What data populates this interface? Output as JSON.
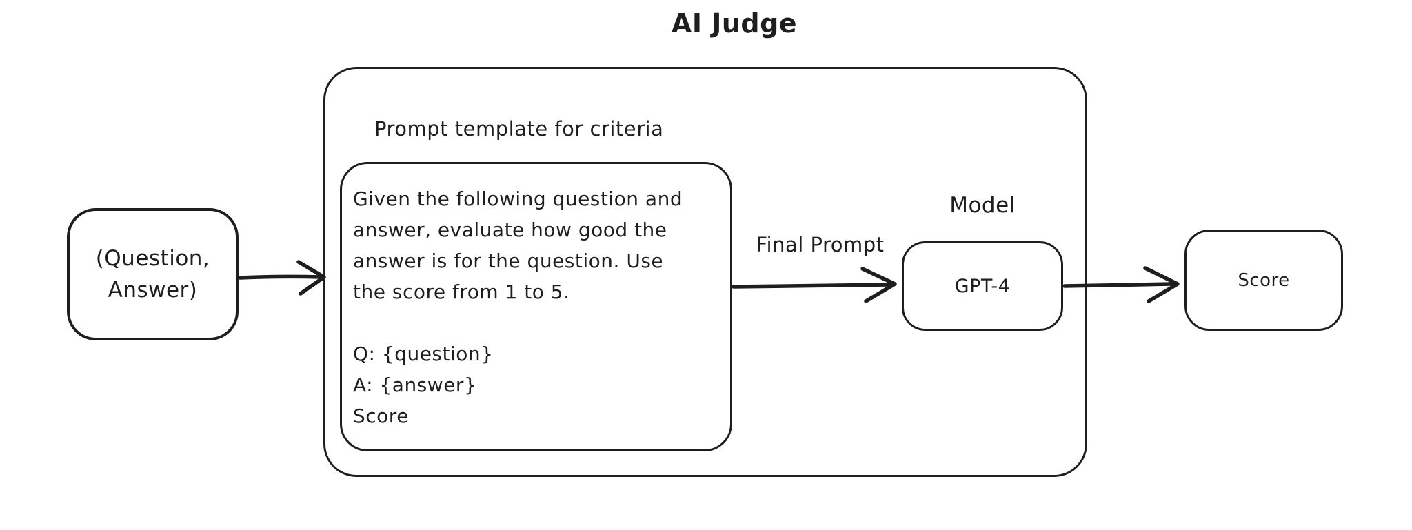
{
  "title": "AI Judge",
  "input_box": {
    "line1": "(Question,",
    "line2": "Answer)"
  },
  "judge": {
    "template_label": "Prompt template for criteria",
    "prompt_lines": [
      "Given the following question and",
      "answer, evaluate how good the",
      "answer is for the question. Use",
      "the score from 1 to 5.",
      "",
      "Q: {question}",
      "A: {answer}",
      "Score"
    ]
  },
  "final_prompt_label": "Final Prompt",
  "model": {
    "label": "Model",
    "name": "GPT-4"
  },
  "score_box": {
    "label": "Score"
  },
  "colors": {
    "stroke": "#1e1e1e",
    "background": "#ffffff"
  }
}
